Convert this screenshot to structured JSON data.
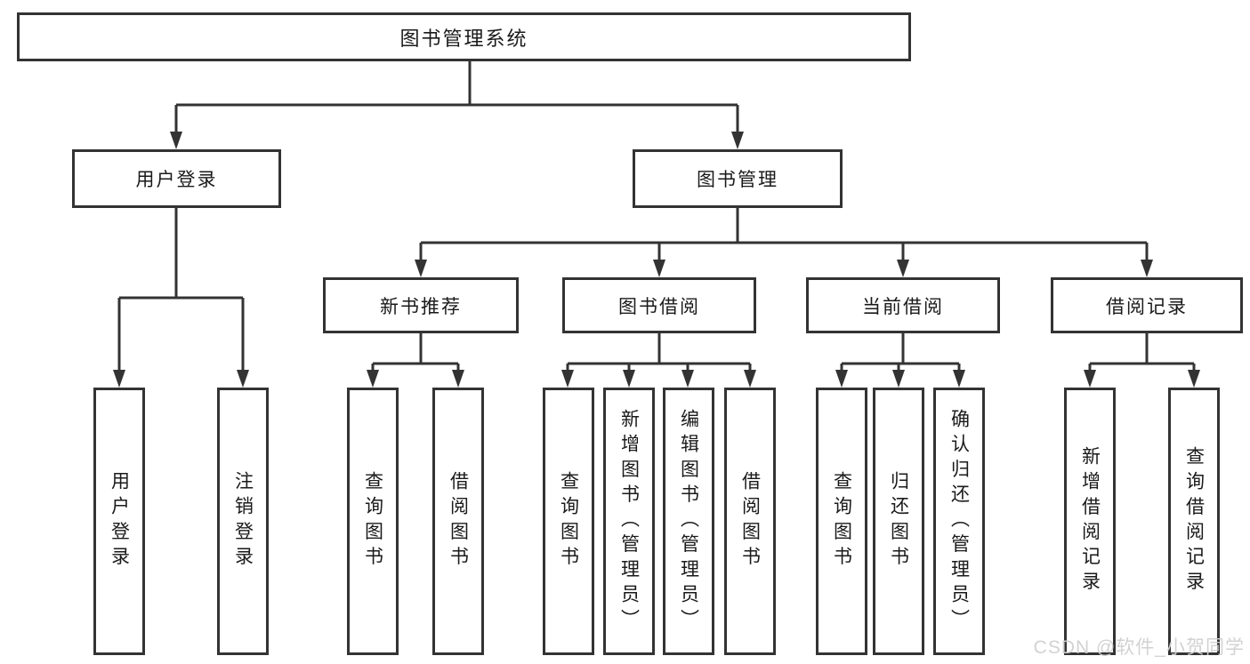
{
  "page": {
    "background": "#ffffff"
  },
  "colors": {
    "line": "#333333",
    "box_border": "#333333",
    "box_fill": "#ffffff",
    "text": "#1a1a1a",
    "watermark_text": "#d0d0d0"
  },
  "tree": {
    "label": "图书管理系统",
    "children": [
      {
        "label": "用户登录",
        "children": [
          {
            "label": "用户登录"
          },
          {
            "label": "注销登录"
          }
        ]
      },
      {
        "label": "图书管理",
        "children": [
          {
            "label": "新书推荐",
            "children": [
              {
                "label": "查询图书"
              },
              {
                "label": "借阅图书"
              }
            ]
          },
          {
            "label": "图书借阅",
            "children": [
              {
                "label": "查询图书"
              },
              {
                "label": "新增图书（管理员）"
              },
              {
                "label": "编辑图书（管理员）"
              },
              {
                "label": "借阅图书"
              }
            ]
          },
          {
            "label": "当前借阅",
            "children": [
              {
                "label": "查询图书"
              },
              {
                "label": "归还图书"
              },
              {
                "label": "确认归还（管理员）"
              }
            ]
          },
          {
            "label": "借阅记录",
            "children": [
              {
                "label": "新增借阅记录"
              },
              {
                "label": "查询借阅记录"
              }
            ]
          }
        ]
      }
    ]
  },
  "watermark": {
    "text": "CSDN @软件_小贺同学"
  }
}
